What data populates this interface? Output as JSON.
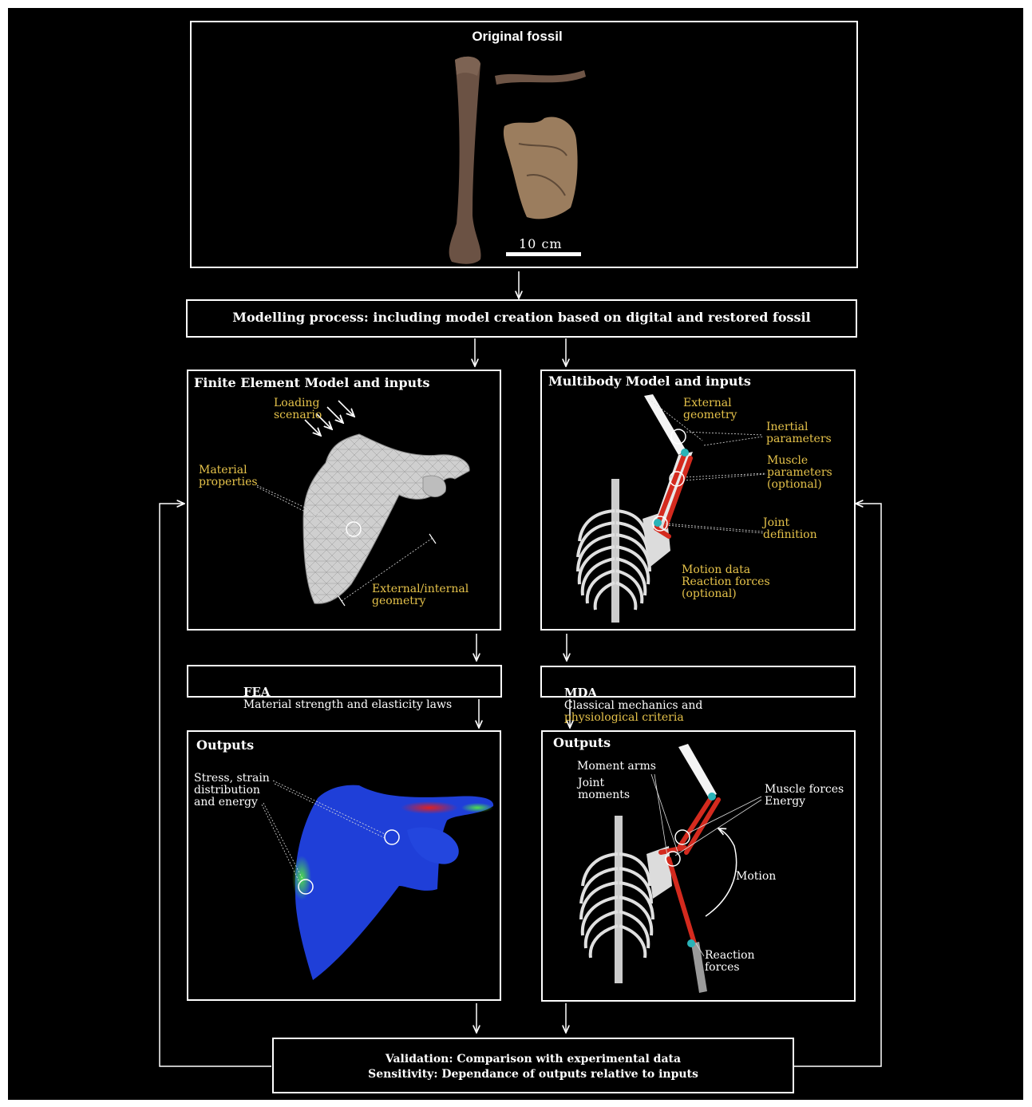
{
  "fossil": {
    "title": "Original fossil",
    "scale_label": "10 cm"
  },
  "modelling": {
    "text": "Modelling process: including model creation  based on digital and  restored fossil"
  },
  "fem": {
    "title": "Finite Element Model and inputs",
    "loading": "Loading\nscenario",
    "material": "Material\nproperties",
    "geometry": "External/internal\ngeometry"
  },
  "mbm": {
    "title": "Multibody Model and inputs",
    "external": "External\ngeometry",
    "inertial": "Inertial\nparameters",
    "muscle": "Muscle\nparameters\n(optional)",
    "joint": "Joint\ndefinition",
    "motion": "Motion data\nReaction forces\n(optional)"
  },
  "fea": {
    "bold": "FEA",
    "text": "Material strength and elasticity laws"
  },
  "mda": {
    "bold": "MDA",
    "text1": "Classical mechanics and",
    "text2": "physiological criteria"
  },
  "out_left": {
    "title": "Outputs",
    "stress": "Stress, strain\ndistribution\nand energy"
  },
  "out_right": {
    "title": "Outputs",
    "moment_arms": "Moment arms",
    "joint_moments": "Joint\nmoments",
    "muscle_forces": "Muscle forces\nEnergy",
    "motion": "Motion",
    "reaction": "Reaction\nforces"
  },
  "validation": {
    "line1": "Validation: Comparison with experimental data",
    "line2": "Sensitivity: Dependance of outputs relative to inputs"
  },
  "colors": {
    "gold": "#e5c24a",
    "stress_blue": "#1f3fd8",
    "muscle_red": "#d42a1e"
  }
}
